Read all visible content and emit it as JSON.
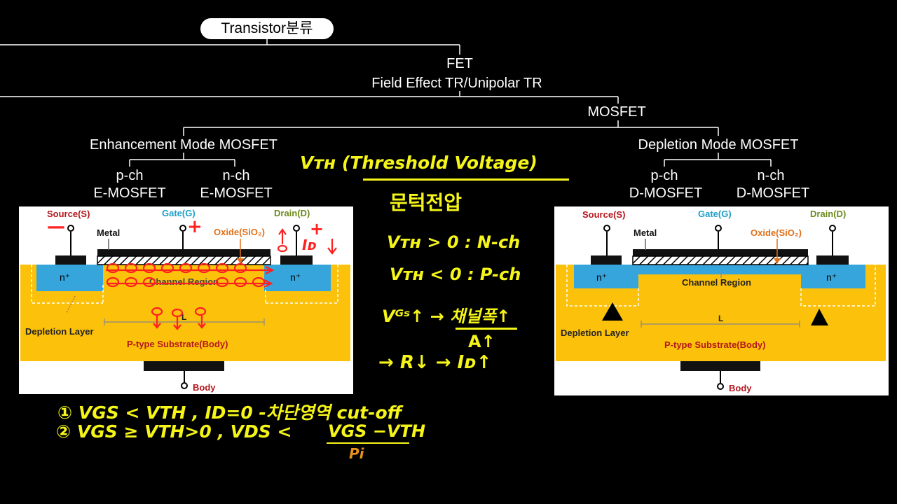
{
  "tree": {
    "root": "Transistor분류",
    "fet": "FET",
    "fet_full": "Field Effect TR/Unipolar TR",
    "mosfet": "MOSFET",
    "enhancement": "Enhancement Mode MOSFET",
    "depletion": "Depletion Mode MOSFET",
    "e_p": {
      "line1": "p-ch",
      "line2": "E-MOSFET"
    },
    "e_n": {
      "line1": "n-ch",
      "line2": "E-MOSFET"
    },
    "d_p": {
      "line1": "p-ch",
      "line2": "D-MOSFET"
    },
    "d_n": {
      "line1": "n-ch",
      "line2": "D-MOSFET"
    }
  },
  "left_diagram": {
    "source": "Source(S)",
    "gate": "Gate(G)",
    "drain": "Drain(D)",
    "metal": "Metal",
    "oxide": "Oxide(SiO₂)",
    "n_left": "n⁺",
    "n_right": "n⁺",
    "channel": "Channel Region",
    "length": "L",
    "depletion": "Depletion Layer",
    "substrate": "P-type Substrate(Body)",
    "body": "Body"
  },
  "right_diagram": {
    "source": "Source(S)",
    "gate": "Gate(G)",
    "drain": "Drain(D)",
    "metal": "Metal",
    "oxide": "Oxide(SiO₂)",
    "n_left": "n⁺",
    "n_right": "n⁺",
    "channel": "Channel Region",
    "length": "L",
    "depletion": "Depletion Layer",
    "substrate": "P-type Substrate(Body)",
    "body": "Body"
  },
  "notes": {
    "vth_title": "Vᴛʜ (Threshold Voltage)",
    "vth_korean": "문턱전압",
    "cond1": "Vᴛʜ > 0  : N-ch",
    "cond2": "Vᴛʜ < 0  : P-ch",
    "vgs_line": "Vᴳˢ↑ → 채널폭↑",
    "area": "A↑",
    "r_line": "→ R↓ → Iᴅ↑",
    "bottom1": "① VGS < VTH  , ID=0 -차단영역 cut-off",
    "bottom2_a": "② VGS ≥ VTH>0 , VDS <",
    "bottom2_b": "VGS −VTH",
    "bottom2_c": "Pi",
    "minus": "—",
    "plus": "+",
    "id": "Iᴅ"
  },
  "colors": {
    "substrate": "#fcc10b",
    "n_region": "#36a5dc",
    "source_label": "#b3171d",
    "gate_label": "#1ea0c8",
    "drain_label": "#6c8a1e",
    "oxide_label": "#e0701a",
    "annotation_yellow": "#f5f51a",
    "annotation_red": "#ff2020"
  }
}
